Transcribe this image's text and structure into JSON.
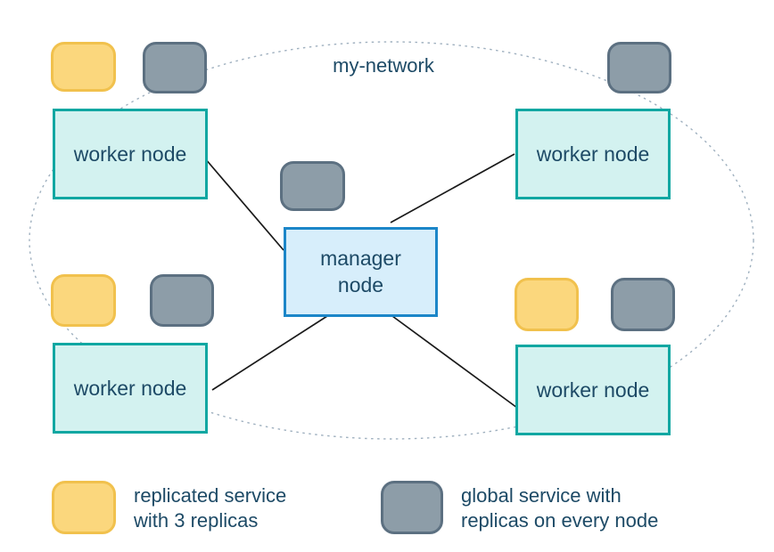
{
  "network": {
    "label": "my-network"
  },
  "nodes": {
    "manager": {
      "label": "manager\nnode"
    },
    "workers": [
      {
        "position": "top-left",
        "label": "worker node"
      },
      {
        "position": "top-right",
        "label": "worker node"
      },
      {
        "position": "bottom-left",
        "label": "worker node"
      },
      {
        "position": "bottom-right",
        "label": "worker node"
      }
    ]
  },
  "legend": [
    {
      "service": "replicated",
      "label": "replicated service\nwith 3 replicas"
    },
    {
      "service": "global",
      "label": "global service with\nreplicas on every node"
    }
  ],
  "colors": {
    "text": "#1d4a66",
    "worker_fill": "#d3f2f0",
    "worker_border": "#10a7a2",
    "manager_fill": "#d7eefb",
    "manager_border": "#1c86c8",
    "replicated_fill": "#fbd77d",
    "replicated_border": "#f1c14d",
    "global_fill": "#8d9da8",
    "global_border": "#5c7081",
    "network_dash": "#9fb0bf",
    "link_line": "#1a1a1a"
  }
}
